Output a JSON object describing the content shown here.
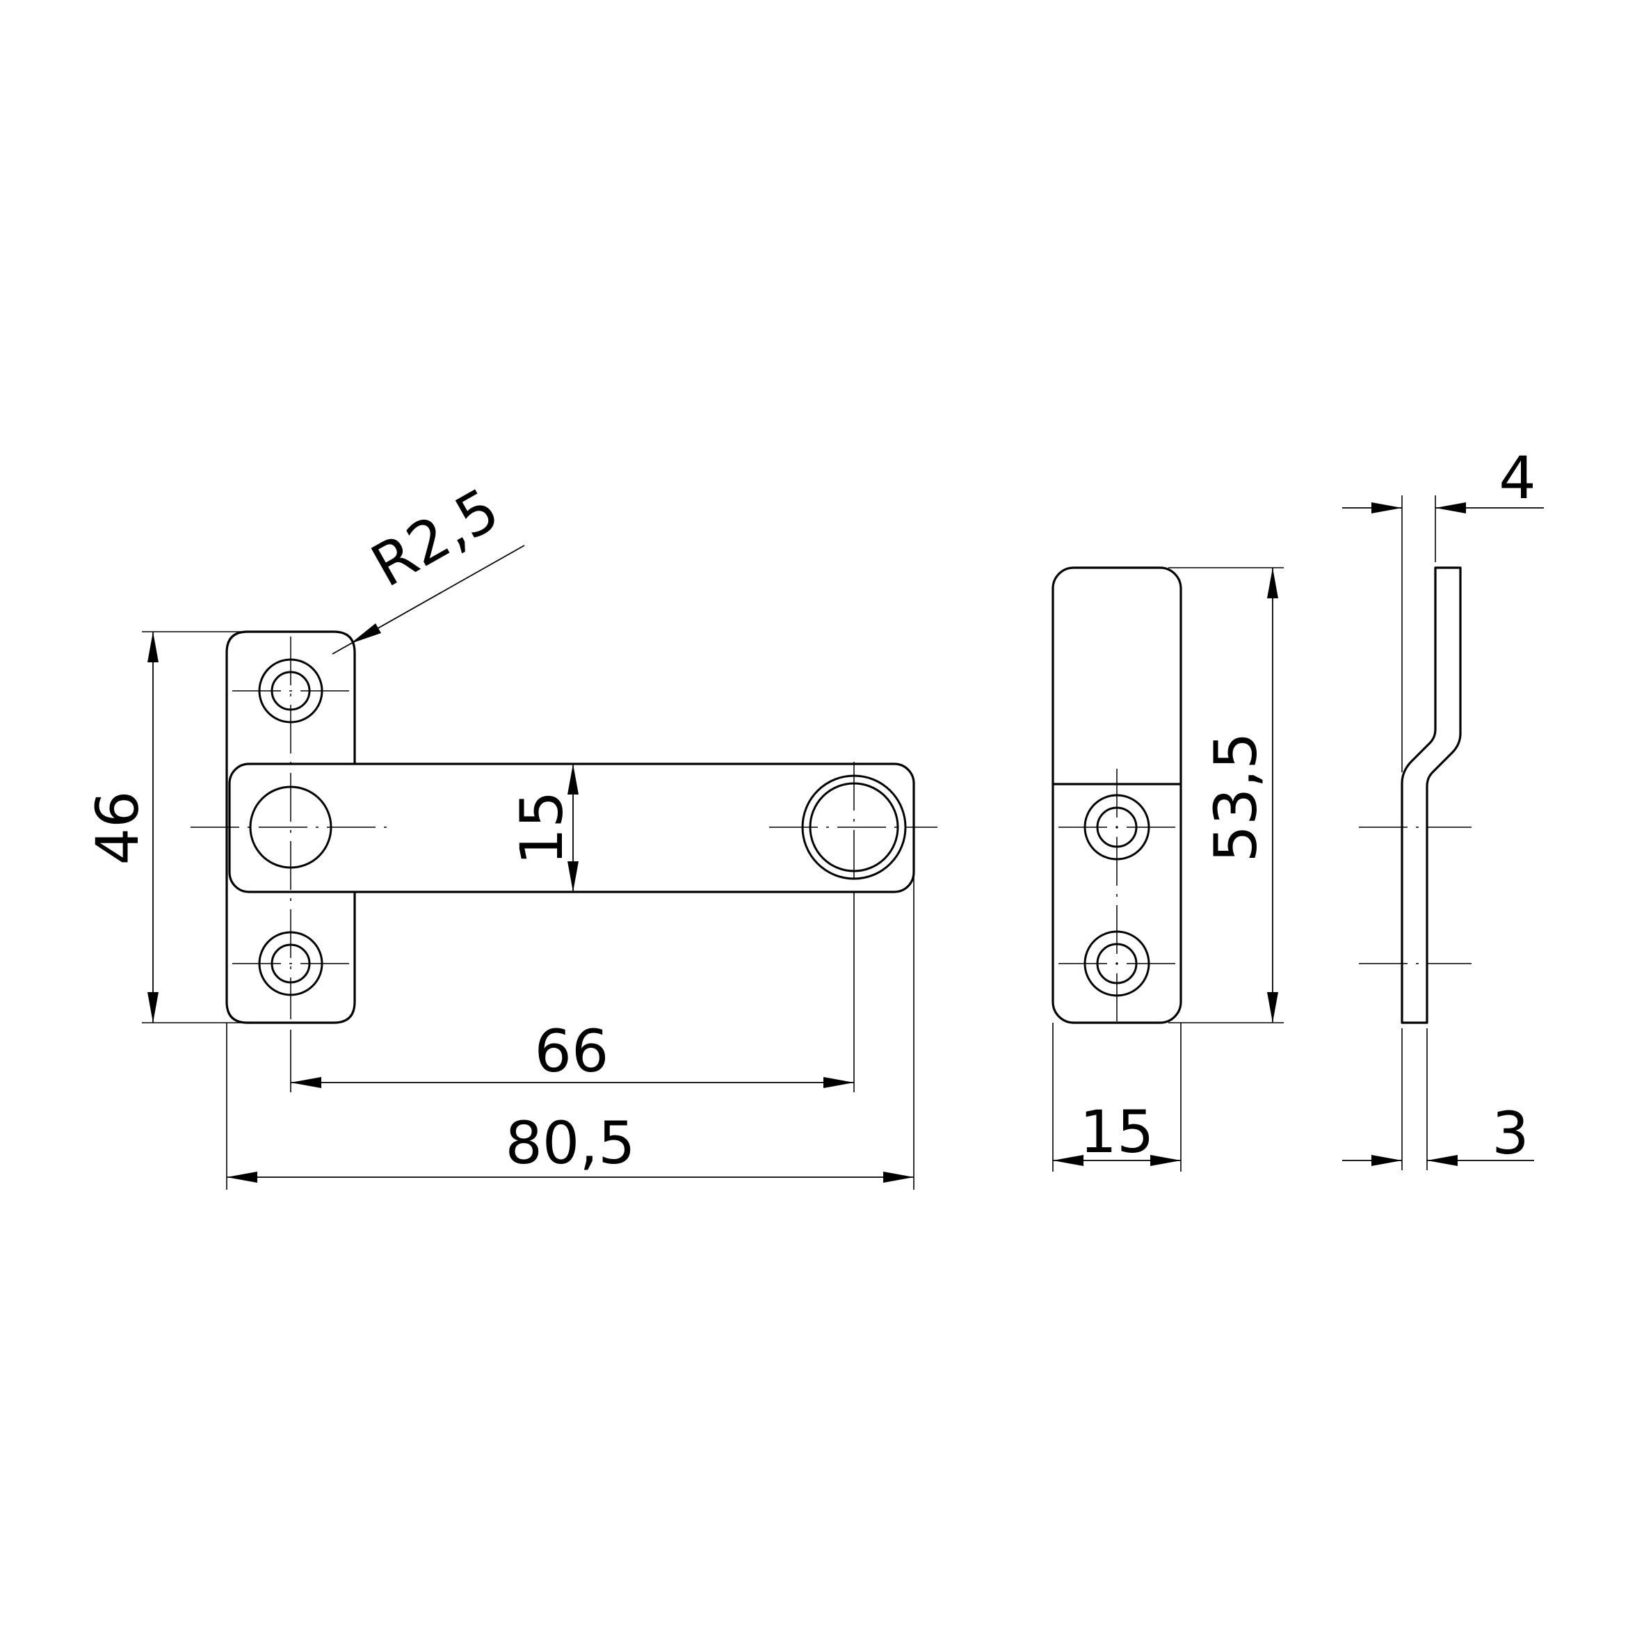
{
  "drawing": {
    "dimensions": {
      "radius": "R2,5",
      "bracket_height": "46",
      "arm_height": "15",
      "hole_spacing": "66",
      "overall_length": "80,5",
      "plate_height": "53,5",
      "plate_width": "15",
      "offset_top": "4",
      "thickness": "3"
    }
  }
}
